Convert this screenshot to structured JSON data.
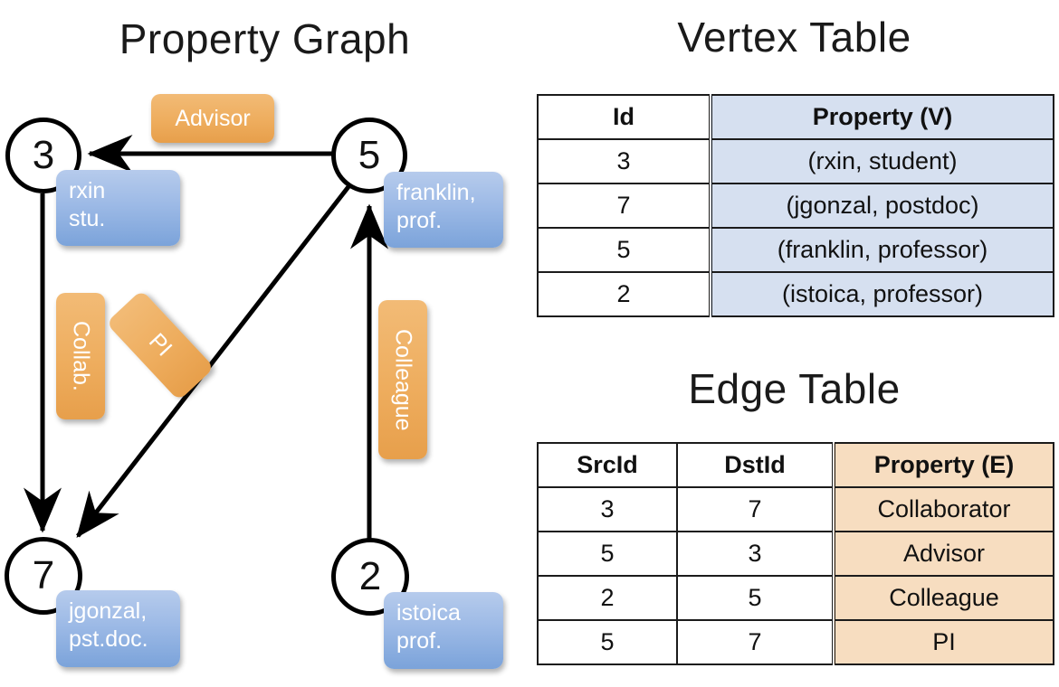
{
  "titles": {
    "property_graph": "Property Graph",
    "vertex_table": "Vertex Table",
    "edge_table": "Edge Table"
  },
  "colors": {
    "vertex_property_fill": "#d6e0f0",
    "edge_property_fill": "#f7ddc0",
    "node_property_box": "#9dbae6",
    "edge_label_box": "#eead5e",
    "stroke": "#000000"
  },
  "graph": {
    "nodes": [
      {
        "id": "3",
        "property_lines": [
          "rxin",
          "stu."
        ]
      },
      {
        "id": "5",
        "property_lines": [
          "franklin,",
          "prof."
        ]
      },
      {
        "id": "7",
        "property_lines": [
          "jgonzal,",
          "pst.doc."
        ]
      },
      {
        "id": "2",
        "property_lines": [
          "istoica",
          "prof."
        ]
      }
    ],
    "edge_labels": [
      {
        "name": "advisor-label",
        "text": "Advisor"
      },
      {
        "name": "collab-label",
        "text": "Collab."
      },
      {
        "name": "pi-label",
        "text": "PI"
      },
      {
        "name": "colleague-label",
        "text": "Colleague"
      }
    ]
  },
  "vertex_table": {
    "headers": [
      "Id",
      "Property (V)"
    ],
    "rows": [
      {
        "id": "3",
        "property": "(rxin, student)"
      },
      {
        "id": "7",
        "property": "(jgonzal, postdoc)"
      },
      {
        "id": "5",
        "property": "(franklin, professor)"
      },
      {
        "id": "2",
        "property": "(istoica, professor)"
      }
    ]
  },
  "edge_table": {
    "headers": [
      "SrcId",
      "DstId",
      "Property (E)"
    ],
    "rows": [
      {
        "src": "3",
        "dst": "7",
        "property": "Collaborator"
      },
      {
        "src": "5",
        "dst": "3",
        "property": "Advisor"
      },
      {
        "src": "2",
        "dst": "5",
        "property": "Colleague"
      },
      {
        "src": "5",
        "dst": "7",
        "property": "PI"
      }
    ]
  }
}
